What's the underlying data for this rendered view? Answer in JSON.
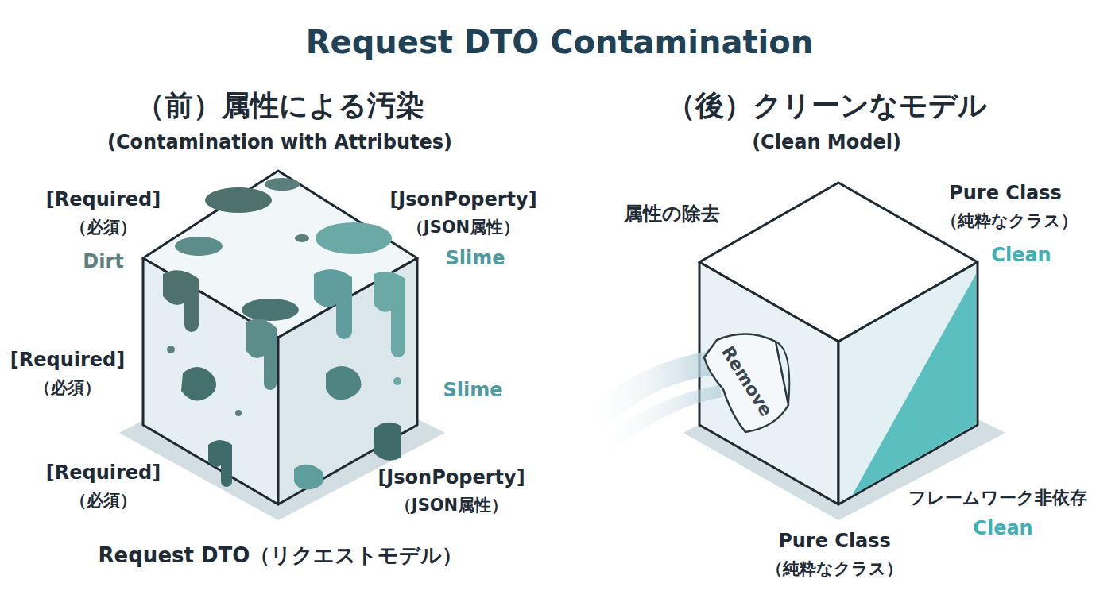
{
  "diagram": {
    "title": "Request DTO Contamination",
    "nodes": [
      {
        "text": [
          "Request DTO（リクエストモデル）"
        ]
      },
      {
        "text": [
          "Remove"
        ]
      }
    ],
    "labels": [
      "（前）属性による汚染",
      "(Contamination with Attributes)",
      "[Required]",
      "（必須）",
      "Dirt",
      "[JsonPoperty]",
      "（JSON属性）",
      "Slime",
      "[Required]",
      "（必須）",
      "Slime",
      "[Required]",
      "（必須）",
      "[JsonPoperty]",
      "（JSON属性）",
      "（後）クリーンなモデル",
      "(Clean Model)",
      "属性の除去",
      "Pure Class",
      "（純粋なクラス）",
      "Clean",
      "フレームワーク非依存",
      "Clean",
      "Pure Class",
      "（純粋なクラス）"
    ]
  }
}
